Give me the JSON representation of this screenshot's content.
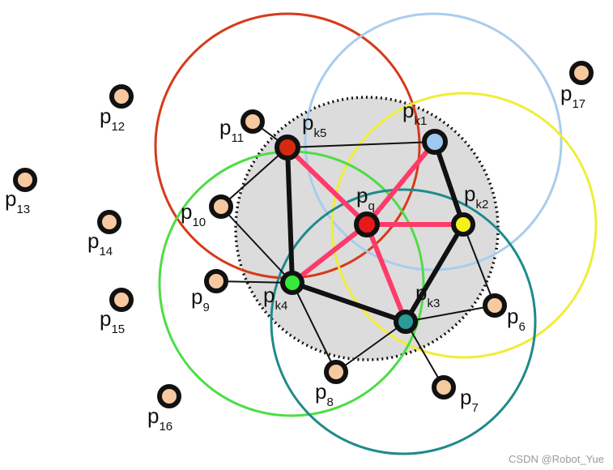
{
  "diagram": {
    "circles": [
      {
        "name": "red-circle",
        "color": "#d63a1a"
      },
      {
        "name": "lightblue-circle",
        "color": "#a8cdee"
      },
      {
        "name": "yellow-circle",
        "color": "#eeee3a"
      },
      {
        "name": "green-circle",
        "color": "#4ddd45"
      },
      {
        "name": "teal-circle",
        "color": "#1f8a8a"
      }
    ],
    "region_fill": "#dcdcdc",
    "edge_color": "#ff3b6a",
    "node_fill": "#f7c9a0",
    "labels": {
      "pq": "q",
      "pk1": "k1",
      "pk2": "k2",
      "pk3": "k3",
      "pk4": "k4",
      "pk5": "k5",
      "p6": "6",
      "p7": "7",
      "p8": "8",
      "p9": "9",
      "p10": "10",
      "p11": "11",
      "p12": "12",
      "p13": "13",
      "p14": "14",
      "p15": "15",
      "p16": "16",
      "p17": "17"
    },
    "base_letter": "p"
  },
  "watermark": "CSDN @Robot_Yue"
}
